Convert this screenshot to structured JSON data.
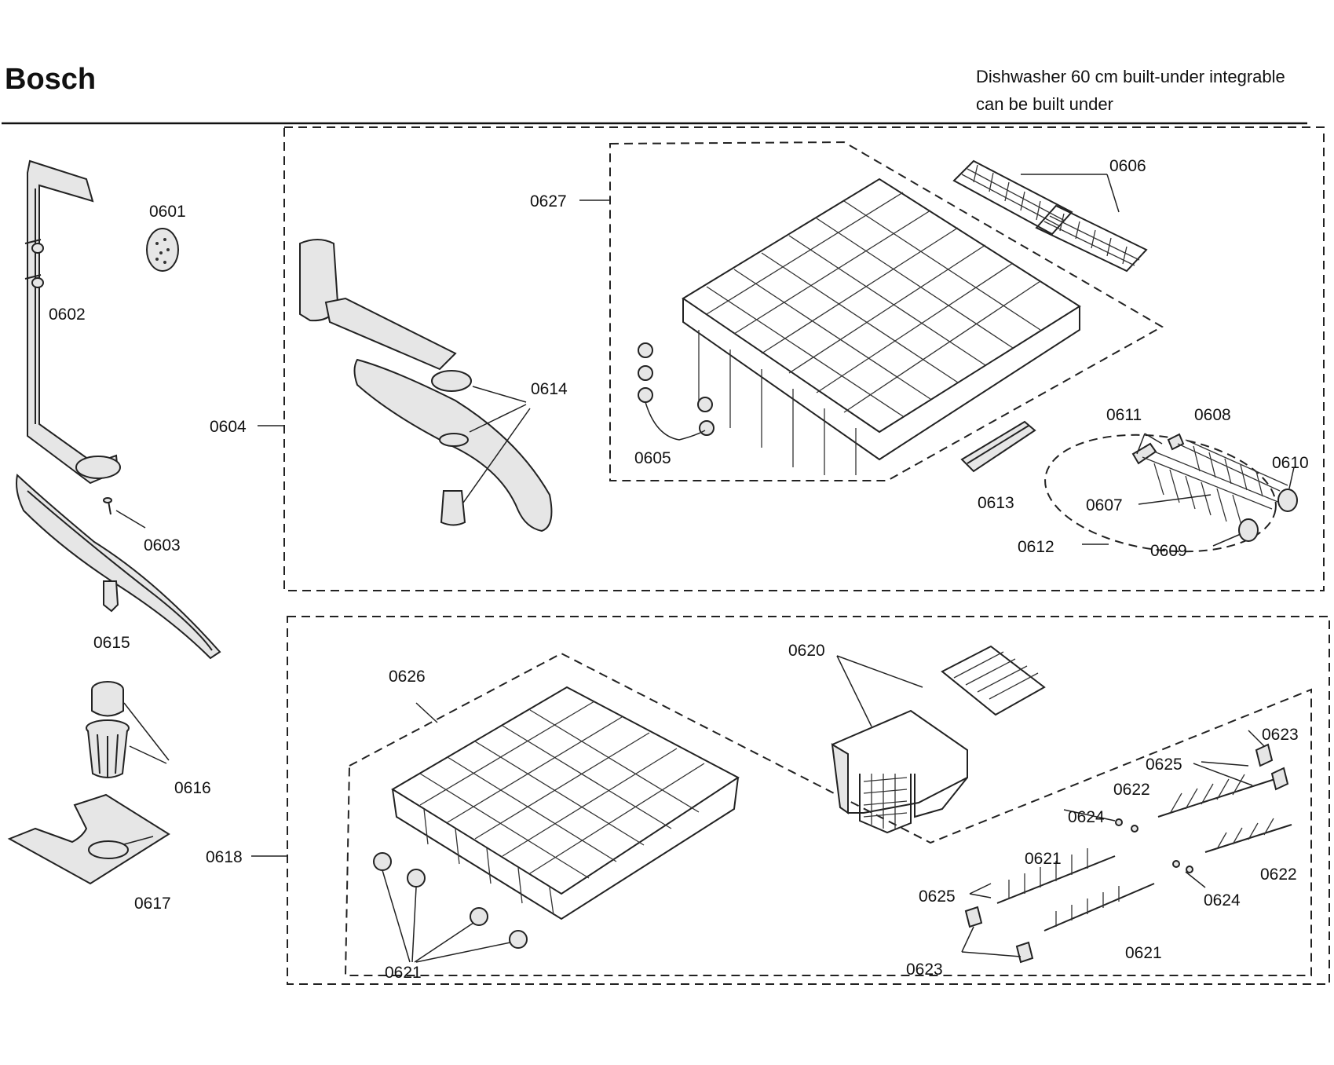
{
  "header": {
    "brand": "Bosch",
    "description_line1": "Dishwasher 60 cm built-under integrable",
    "description_line2": "can be built under"
  },
  "parts": {
    "p0601": "0601",
    "p0602": "0602",
    "p0603": "0603",
    "p0604": "0604",
    "p0605": "0605",
    "p0606": "0606",
    "p0607": "0607",
    "p0608": "0608",
    "p0609": "0609",
    "p0610": "0610",
    "p0611": "0611",
    "p0612": "0612",
    "p0613": "0613",
    "p0614": "0614",
    "p0615": "0615",
    "p0616": "0616",
    "p0617": "0617",
    "p0618": "0618",
    "p0620": "0620",
    "p0621a": "0621",
    "p0621b": "0621",
    "p0621c": "0621",
    "p0622a": "0622",
    "p0622b": "0622",
    "p0623a": "0623",
    "p0623b": "0623",
    "p0624a": "0624",
    "p0624b": "0624",
    "p0625a": "0625",
    "p0625b": "0625",
    "p0626": "0626",
    "p0627": "0627"
  }
}
